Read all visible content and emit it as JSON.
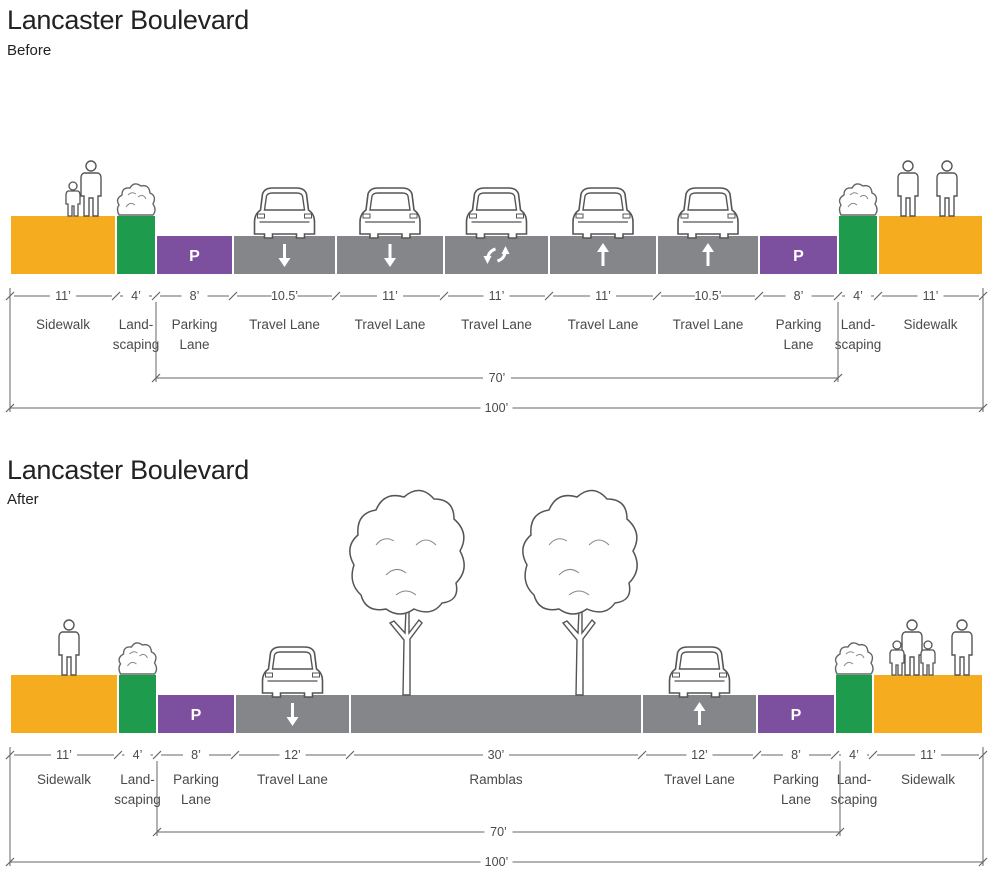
{
  "colors": {
    "sidewalk": "#f5ac1f",
    "landscaping": "#1e9b4c",
    "parking": "#7d4f9f",
    "road": "#85868a",
    "line": "#666666",
    "text": "#4a4a4a"
  },
  "sections": [
    {
      "title": "Lancaster Boulevard",
      "subtitle": "Before",
      "segments": [
        {
          "kind": "sidewalk",
          "dim": "11’",
          "label": [
            "Sidewalk"
          ]
        },
        {
          "kind": "landscaping",
          "dim": "4’",
          "label": [
            "Land-",
            "scaping"
          ]
        },
        {
          "kind": "parking",
          "dim": "8’",
          "label": [
            "Parking",
            "Lane"
          ],
          "marker": "P"
        },
        {
          "kind": "travel",
          "dim": "10.5’",
          "label": [
            "Travel Lane"
          ],
          "arrow": "down"
        },
        {
          "kind": "travel",
          "dim": "11’",
          "label": [
            "Travel Lane"
          ],
          "arrow": "down"
        },
        {
          "kind": "travel",
          "dim": "11’",
          "label": [
            "Travel Lane"
          ],
          "arrow": "turn"
        },
        {
          "kind": "travel",
          "dim": "11’",
          "label": [
            "Travel Lane"
          ],
          "arrow": "up"
        },
        {
          "kind": "travel",
          "dim": "10.5’",
          "label": [
            "Travel Lane"
          ],
          "arrow": "up"
        },
        {
          "kind": "parking",
          "dim": "8’",
          "label": [
            "Parking",
            "Lane"
          ],
          "marker": "P"
        },
        {
          "kind": "landscaping",
          "dim": "4’",
          "label": [
            "Land-",
            "scaping"
          ]
        },
        {
          "kind": "sidewalk",
          "dim": "11’",
          "label": [
            "Sidewalk"
          ]
        }
      ],
      "curb_total": "70’",
      "total": "100’"
    },
    {
      "title": "Lancaster Boulevard",
      "subtitle": "After",
      "segments": [
        {
          "kind": "sidewalk",
          "dim": "11’",
          "label": [
            "Sidewalk"
          ]
        },
        {
          "kind": "landscaping",
          "dim": "4’",
          "label": [
            "Land-",
            "scaping"
          ]
        },
        {
          "kind": "parking",
          "dim": "8’",
          "label": [
            "Parking",
            "Lane"
          ],
          "marker": "P"
        },
        {
          "kind": "travel",
          "dim": "12’",
          "label": [
            "Travel Lane"
          ],
          "arrow": "down"
        },
        {
          "kind": "ramblas",
          "dim": "30’",
          "label": [
            "Ramblas"
          ]
        },
        {
          "kind": "travel",
          "dim": "12’",
          "label": [
            "Travel Lane"
          ],
          "arrow": "up"
        },
        {
          "kind": "parking",
          "dim": "8’",
          "label": [
            "Parking",
            "Lane"
          ],
          "marker": "P"
        },
        {
          "kind": "landscaping",
          "dim": "4’",
          "label": [
            "Land-",
            "scaping"
          ]
        },
        {
          "kind": "sidewalk",
          "dim": "11’",
          "label": [
            "Sidewalk"
          ]
        }
      ],
      "curb_total": "70’",
      "total": "100’"
    }
  ]
}
